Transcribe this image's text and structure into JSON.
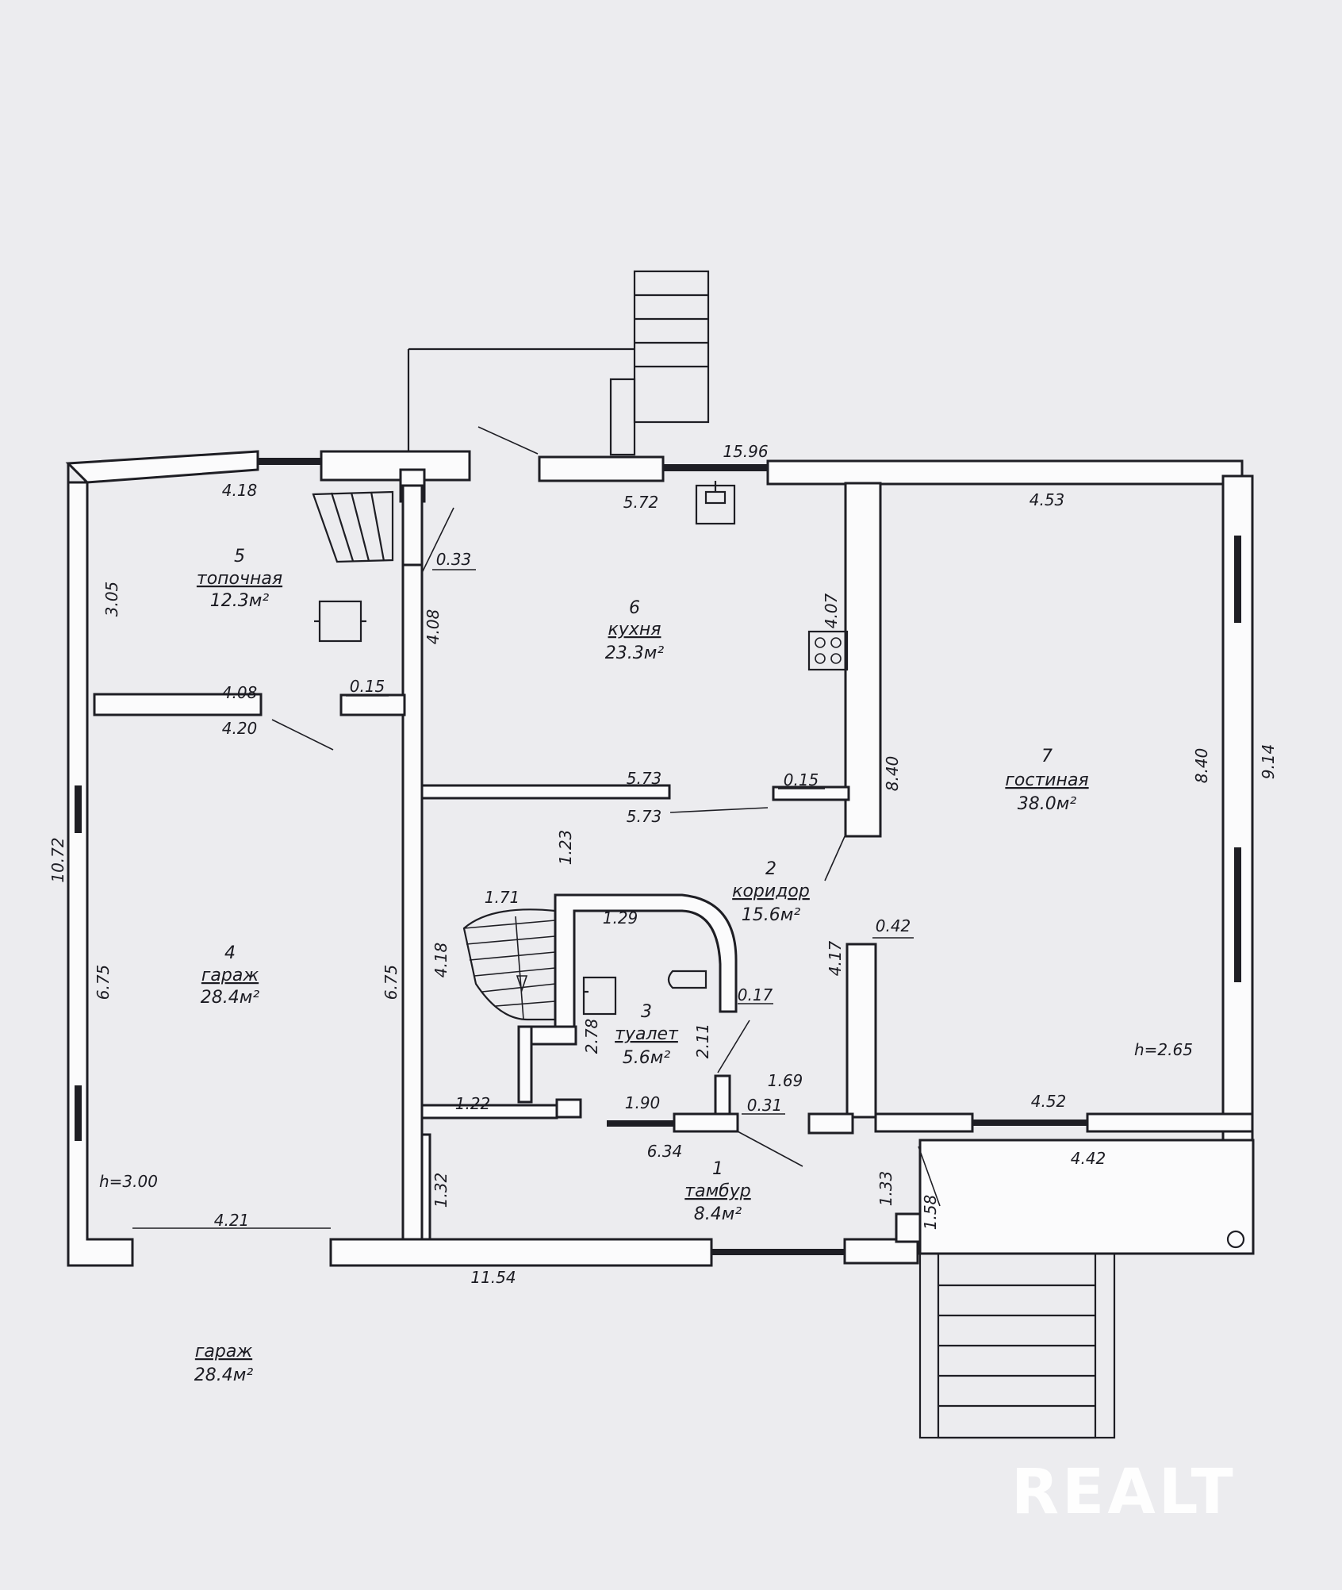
{
  "rooms": [
    {
      "num": "1",
      "name": "тамбур",
      "area": "8.4м²"
    },
    {
      "num": "2",
      "name": "коридор",
      "area": "15.6м²"
    },
    {
      "num": "3",
      "name": "туалет",
      "area": "5.6м²"
    },
    {
      "num": "4",
      "name": "гараж",
      "area": "28.4м²"
    },
    {
      "num": "5",
      "name": "топочная",
      "area": "12.3м²"
    },
    {
      "num": "6",
      "name": "кухня",
      "area": "23.3м²"
    },
    {
      "num": "7",
      "name": "гостиная",
      "area": "38.0м²"
    }
  ],
  "heights": {
    "living": "h=2.65",
    "garage": "h=3.00"
  },
  "outside_label": {
    "name": "гараж",
    "area": "28.4м²"
  },
  "dims": {
    "top_total": "15.96",
    "topoch_w": "4.18",
    "topoch_h": "3.05",
    "wall_033": "0.33",
    "kitchen_top": "5.72",
    "kitchen_side": "4.07",
    "kitchen_left": "4.08",
    "living_top": "4.53",
    "topoch_bottom": "4.08",
    "wall_015a": "0.15",
    "garage_top": "4.20",
    "kitchen_bottom": "5.73",
    "corridor_top": "5.73",
    "wall_015b": "0.15",
    "living_left": "8.40",
    "living_right": "8.40",
    "outer_right": "9.14",
    "outer_left": "10.72",
    "corr_123": "1.23",
    "stair_171": "1.71",
    "wc_top": "1.29",
    "corr_right": "4.17",
    "wall_042": "0.42",
    "garage_left": "6.75",
    "garage_right": "6.75",
    "corr_left": "4.18",
    "wc_278": "2.78",
    "wc_211": "2.11",
    "wall_017": "0.17",
    "corr_169": "1.69",
    "corr_122": "1.22",
    "wc_190": "1.90",
    "wall_031": "0.31",
    "living_bottom": "4.52",
    "tambur_top": "6.34",
    "step_442": "4.42",
    "tambur_132": "1.32",
    "tambur_133": "1.33",
    "step_158": "1.58",
    "garage_bottom": "4.21",
    "bottom_total": "11.54"
  },
  "watermark": "REALT",
  "colors": {
    "paper": "#ececef",
    "ink": "#1e1e24",
    "wall_fill": "#fbfbfc"
  }
}
